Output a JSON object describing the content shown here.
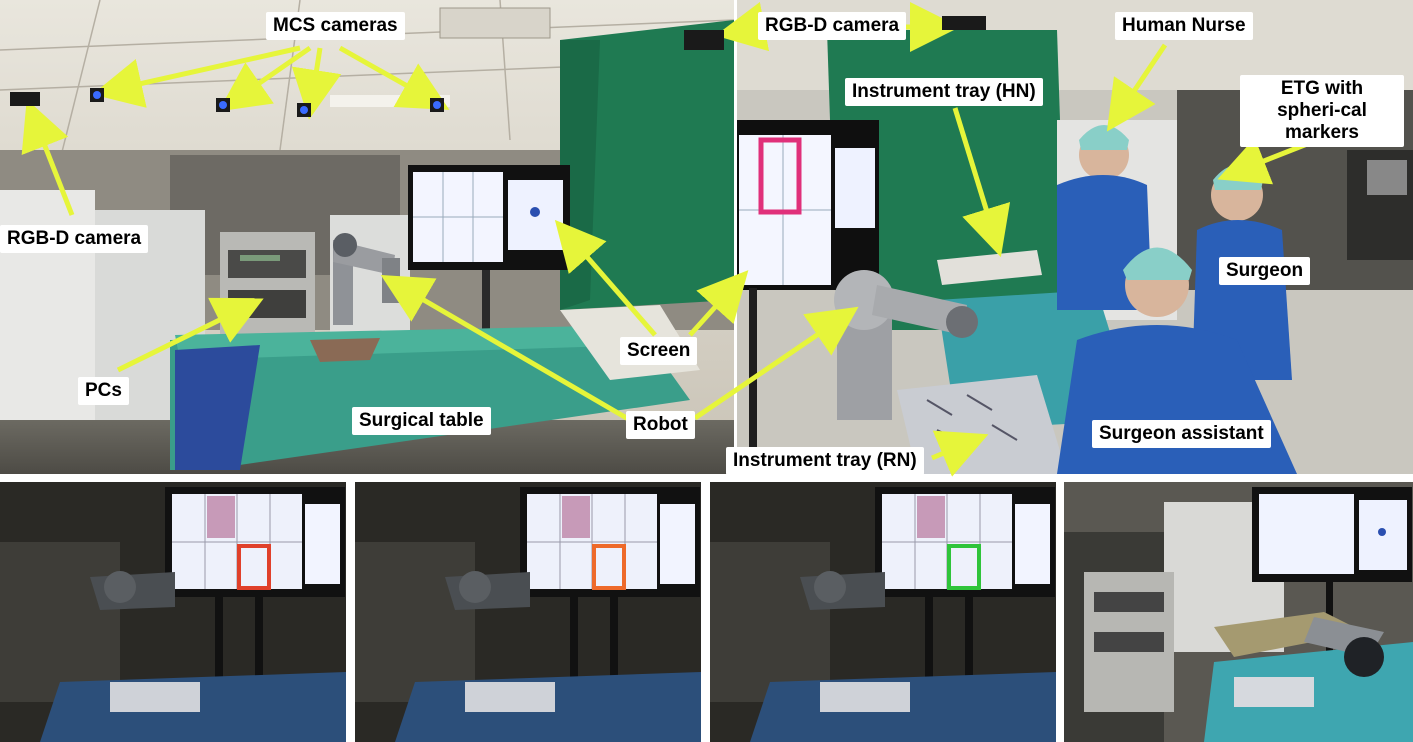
{
  "colors": {
    "arrow": "#e6f53a",
    "label_bg": "#ffffff",
    "highlight_magenta": "#e0307a",
    "highlight_red": "#e0402a",
    "highlight_orange": "#ee6a2a",
    "highlight_green": "#2fc43a",
    "drape_green": "#1f7a52",
    "gown_blue": "#2a5fb8"
  },
  "labels": {
    "mcs_cameras": "MCS cameras",
    "rgbd_camera_top": "RGB-D camera",
    "rgbd_camera_left": "RGB-D camera",
    "human_nurse": "Human Nurse",
    "instrument_tray_hn": "Instrument tray (HN)",
    "etg": "ETG with spheri-cal markers",
    "surgeon": "Surgeon",
    "pcs": "PCs",
    "screen": "Screen",
    "robot": "Robot",
    "surgical_table": "Surgical table",
    "surgeon_assistant": "Surgeon assistant",
    "instrument_tray_rn": "Instrument tray (RN)"
  },
  "icons": [
    "camera-icon",
    "arrow-icon"
  ]
}
